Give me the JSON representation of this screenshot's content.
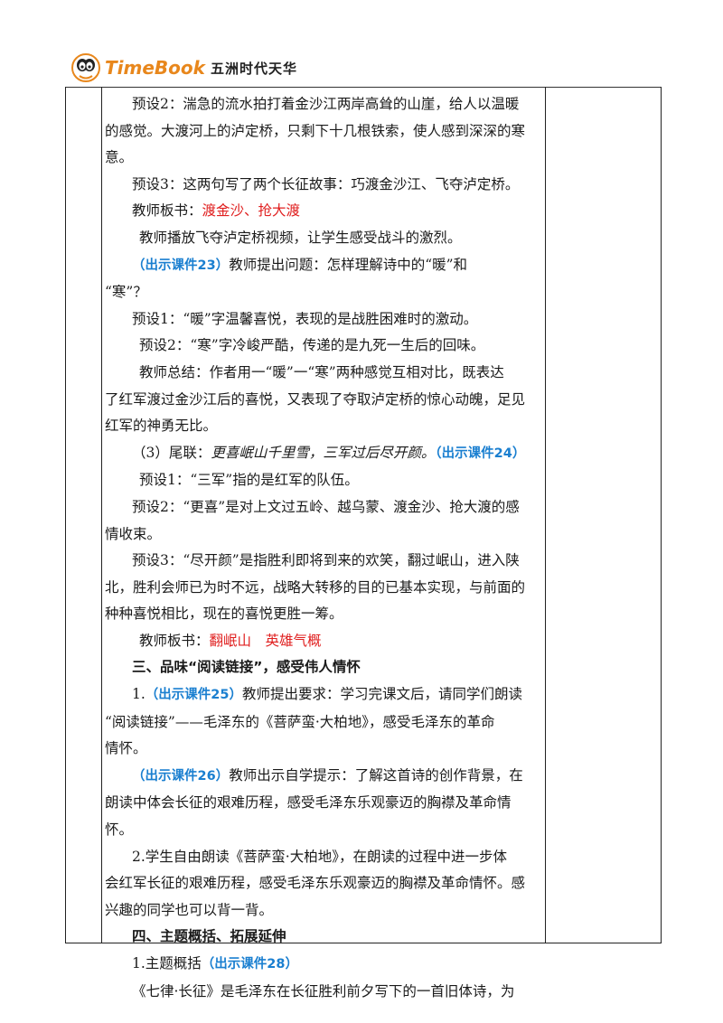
{
  "header": {
    "brand_en": "TimeBook",
    "brand_cn": "五洲时代天华"
  },
  "lines": [
    {
      "cls": "ind",
      "parts": [
        {
          "t": "预设2：湍急的流水拍打着金沙江两岸高耸的山崖，给人以温暖"
        }
      ]
    },
    {
      "cls": "",
      "parts": [
        {
          "t": "的感觉。大渡河上的泸定桥，只剩下十几根铁索，使人感到深深的寒"
        }
      ]
    },
    {
      "cls": "",
      "parts": [
        {
          "t": "意。"
        }
      ]
    },
    {
      "cls": "ind",
      "parts": [
        {
          "t": "预设3：这两句写了两个长征故事：巧渡金沙江、飞夺泸定桥。"
        }
      ]
    },
    {
      "cls": "ind",
      "parts": [
        {
          "t": "教师板书："
        },
        {
          "t": "渡金沙、抢大渡",
          "s": "red"
        }
      ]
    },
    {
      "cls": "ind2",
      "parts": [
        {
          "t": "教师播放飞夺泸定桥视频，让学生感受战斗的激烈。"
        }
      ]
    },
    {
      "cls": "ind",
      "parts": [
        {
          "t": "（出示课件23）",
          "s": "blue"
        },
        {
          "t": "教师提出问题：怎样理解诗中的“暖”和"
        }
      ]
    },
    {
      "cls": "",
      "parts": [
        {
          "t": "“寒”？"
        }
      ]
    },
    {
      "cls": "ind",
      "parts": [
        {
          "t": "预设1：“暖”字温馨喜悦，表现的是战胜困难时的激动。"
        }
      ]
    },
    {
      "cls": "ind2",
      "parts": [
        {
          "t": "预设2：“寒”字冷峻严酷，传递的是九死一生后的回味。"
        }
      ]
    },
    {
      "cls": "ind2",
      "parts": [
        {
          "t": "教师总结：作者用一“暖”一“寒”两种感觉互相对比，既表达"
        }
      ]
    },
    {
      "cls": "",
      "parts": [
        {
          "t": "了红军渡过金沙江后的喜悦，又表现了夺取泸定桥的惊心动魄，足见"
        }
      ]
    },
    {
      "cls": "",
      "parts": [
        {
          "t": "红军的神勇无比。"
        }
      ]
    },
    {
      "cls": "ind",
      "parts": [
        {
          "t": "（3）尾联："
        },
        {
          "t": "更喜岷山千里雪，三军过后尽开颜。",
          "s": "kai"
        },
        {
          "t": "（出示课件24）",
          "s": "blue"
        }
      ]
    },
    {
      "cls": "ind2",
      "parts": [
        {
          "t": "预设1：“三军”指的是红军的队伍。"
        }
      ]
    },
    {
      "cls": "ind",
      "parts": [
        {
          "t": "预设2：“更喜”是对上文过五岭、越乌蒙、渡金沙、抢大渡的感"
        }
      ]
    },
    {
      "cls": "",
      "parts": [
        {
          "t": "情收束。"
        }
      ]
    },
    {
      "cls": "ind",
      "parts": [
        {
          "t": "预设3：“尽开颜”是指胜利即将到来的欢笑，翻过岷山，进入陕"
        }
      ]
    },
    {
      "cls": "",
      "parts": [
        {
          "t": "北，胜利会师已为时不远，战略大转移的目的已基本实现，与前面的"
        }
      ]
    },
    {
      "cls": "",
      "parts": [
        {
          "t": "种种喜悦相比，现在的喜悦更胜一筹。"
        }
      ]
    },
    {
      "cls": "ind2",
      "parts": [
        {
          "t": "教师板书："
        },
        {
          "t": "翻岷山　英雄气概",
          "s": "red"
        }
      ]
    },
    {
      "cls": "ind",
      "parts": [
        {
          "t": "三、品味“阅读链接”，感受伟人情怀",
          "s": "bold"
        }
      ]
    },
    {
      "cls": "ind",
      "parts": [
        {
          "t": "1."
        },
        {
          "t": "（出示课件25）",
          "s": "blue"
        },
        {
          "t": "教师提出要求：学习完课文后，请同学们朗读"
        }
      ]
    },
    {
      "cls": "",
      "parts": [
        {
          "t": "“阅读链接”——毛泽东的《菩萨蛮·大柏地》，感受毛泽东的革命"
        }
      ]
    },
    {
      "cls": "",
      "parts": [
        {
          "t": "情怀。"
        }
      ]
    },
    {
      "cls": "ind",
      "parts": [
        {
          "t": "（出示课件26）",
          "s": "blue"
        },
        {
          "t": "教师出示自学提示：了解这首诗的创作背景，在"
        }
      ]
    },
    {
      "cls": "",
      "parts": [
        {
          "t": "朗读中体会长征的艰难历程，感受毛泽东乐观豪迈的胸襟及革命情"
        }
      ]
    },
    {
      "cls": "",
      "parts": [
        {
          "t": "怀。"
        }
      ]
    },
    {
      "cls": "ind",
      "parts": [
        {
          "t": "2.学生自由朗读《菩萨蛮·大柏地》，在朗读的过程中进一步体"
        }
      ]
    },
    {
      "cls": "",
      "parts": [
        {
          "t": "会红军长征的艰难历程，感受毛泽东乐观豪迈的胸襟及革命情怀。感"
        }
      ]
    },
    {
      "cls": "",
      "parts": [
        {
          "t": "兴趣的同学也可以背一背。"
        }
      ]
    },
    {
      "cls": "ind",
      "parts": [
        {
          "t": "四、主题概括、拓展延伸",
          "s": "bold"
        }
      ]
    },
    {
      "cls": "ind",
      "parts": [
        {
          "t": "1.主题概括"
        },
        {
          "t": "（出示课件28）",
          "s": "blue"
        }
      ]
    },
    {
      "cls": "ind",
      "parts": [
        {
          "t": "《七律·长征》是毛泽东在长征胜利前夕写下的一首旧体诗，为"
        }
      ]
    }
  ]
}
